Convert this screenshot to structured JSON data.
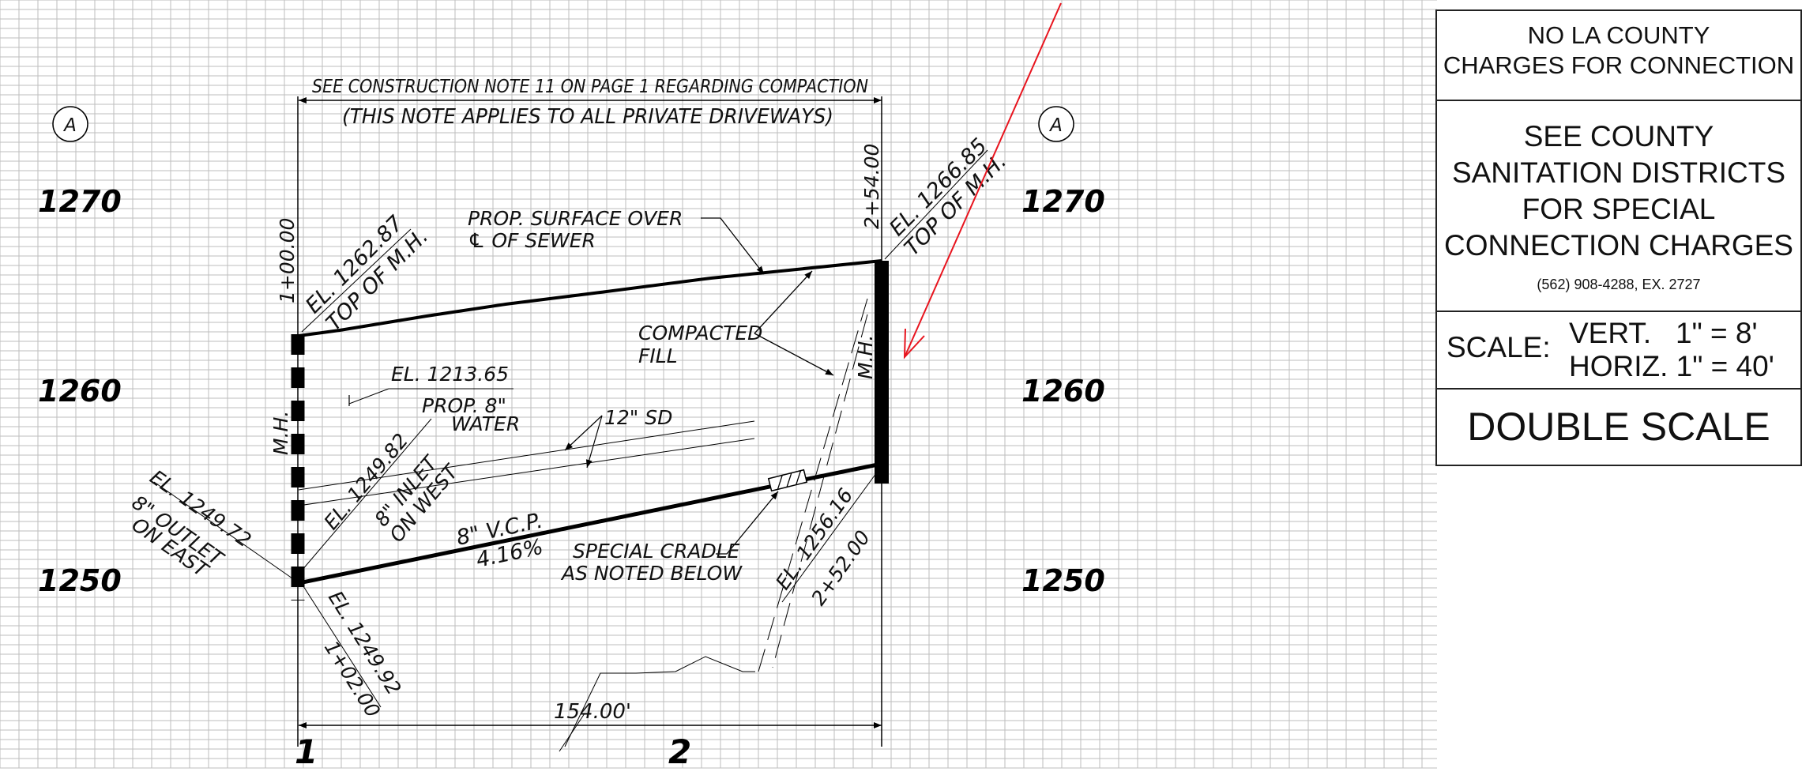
{
  "elevation_labels": {
    "e1270": "1270",
    "e1260": "1260",
    "e1250": "1250"
  },
  "section_marker": "A",
  "station_numbers": {
    "s1": "1",
    "s2": "2"
  },
  "notes": {
    "construction_line1": "SEE CONSTRUCTION NOTE 11 ON PAGE 1 REGARDING COMPACTION",
    "construction_line2": "(THIS NOTE APPLIES TO ALL PRIVATE DRIVEWAYS)",
    "surface_line1": "PROP. SURFACE OVER",
    "surface_line2": "℄ OF SEWER",
    "compacted_line1": "COMPACTED",
    "compacted_line2": "FILL",
    "water_el": "EL. 1213.65",
    "water_line1": "PROP. 8\"",
    "water_line2": "WATER",
    "sd": "12\" SD",
    "pipe_size": "8\" V.C.P.",
    "pipe_slope": "4.16%",
    "cradle_line1": "SPECIAL CRADLE",
    "cradle_line2": "AS NOTED BELOW",
    "distance": "154.00'"
  },
  "left_mh": {
    "station": "1+00.00",
    "top_el": "EL. 1262.87",
    "top_label": "TOP OF M.H.",
    "mh_label": "M.H.",
    "inlet_el": "EL. 1249.82",
    "inlet_line1": "8\" INLET",
    "inlet_line2": "ON WEST",
    "outlet_el": "EL. 1249.72",
    "outlet_line1": "8\" OUTLET",
    "outlet_line2": "ON EAST",
    "invert_el": "EL. 1249.92",
    "invert_station": "1+02.00"
  },
  "right_mh": {
    "station": "2+54.00",
    "top_el": "EL. 1266.85",
    "top_label": "TOP OF M.H.",
    "mh_label": "M.H.",
    "invert_el": "EL. 1256.16",
    "invert_station": "2+52.00"
  },
  "title_block": {
    "line1": "NO LA COUNTY",
    "line2": "CHARGES FOR CONNECTION",
    "county_line1": "SEE COUNTY",
    "county_line2": "SANITATION DISTRICTS",
    "county_line3": "FOR SPECIAL",
    "county_line4": "CONNECTION CHARGES",
    "phone": "(562) 908-4288, EX. 2727",
    "scale_label": "SCALE:",
    "scale_vert": "VERT.   1\" = 8'",
    "scale_horiz": "HORIZ. 1\" = 40'",
    "double_scale": "DOUBLE SCALE"
  },
  "colors": {
    "grid": "#bdbdbd",
    "ink": "#000000",
    "annotation_arrow": "#e8141e"
  }
}
